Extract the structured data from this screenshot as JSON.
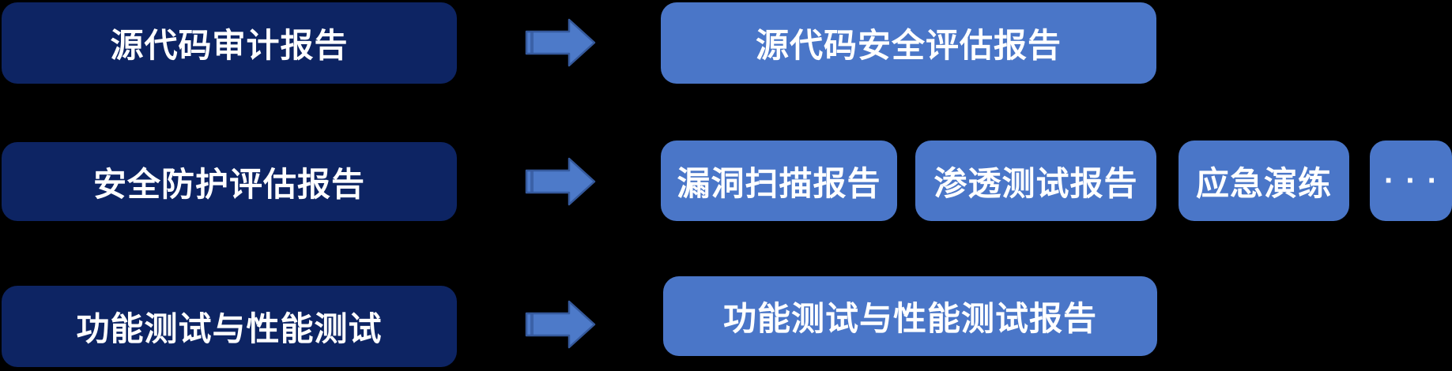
{
  "diagram": {
    "background_color": "#000000",
    "colors": {
      "source_box_bg": "#0d2463",
      "output_box_bg": "#4a76c8",
      "arrow_fill": "#4d7ac9",
      "arrow_edge": "#35599c",
      "text_color": "#ffffff"
    },
    "arrow_icon": "right-block-arrow",
    "rows": [
      {
        "source": "源代码审计报告",
        "outputs": [
          "源代码安全评估报告"
        ]
      },
      {
        "source": "安全防护评估报告",
        "outputs": [
          "漏洞扫描报告",
          "渗透测试报告",
          "应急演练",
          "···"
        ]
      },
      {
        "source": "功能测试与性能测试",
        "outputs": [
          "功能测试与性能测试报告"
        ]
      }
    ]
  }
}
